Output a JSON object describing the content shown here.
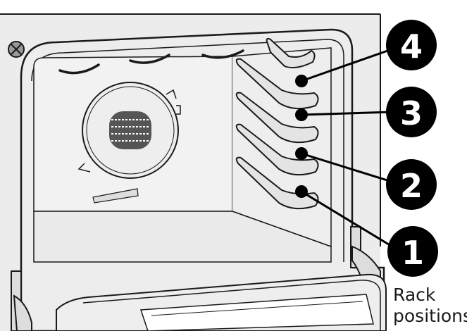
{
  "diagram": {
    "callouts": [
      {
        "label": "4"
      },
      {
        "label": "3"
      },
      {
        "label": "2"
      },
      {
        "label": "1"
      }
    ],
    "caption": {
      "line1": "Rack",
      "line2": "positions"
    }
  },
  "colors": {
    "oven_fill": "#ececec",
    "line": "#1a1a1a",
    "badge": "#000000",
    "background": "#ffffff"
  }
}
